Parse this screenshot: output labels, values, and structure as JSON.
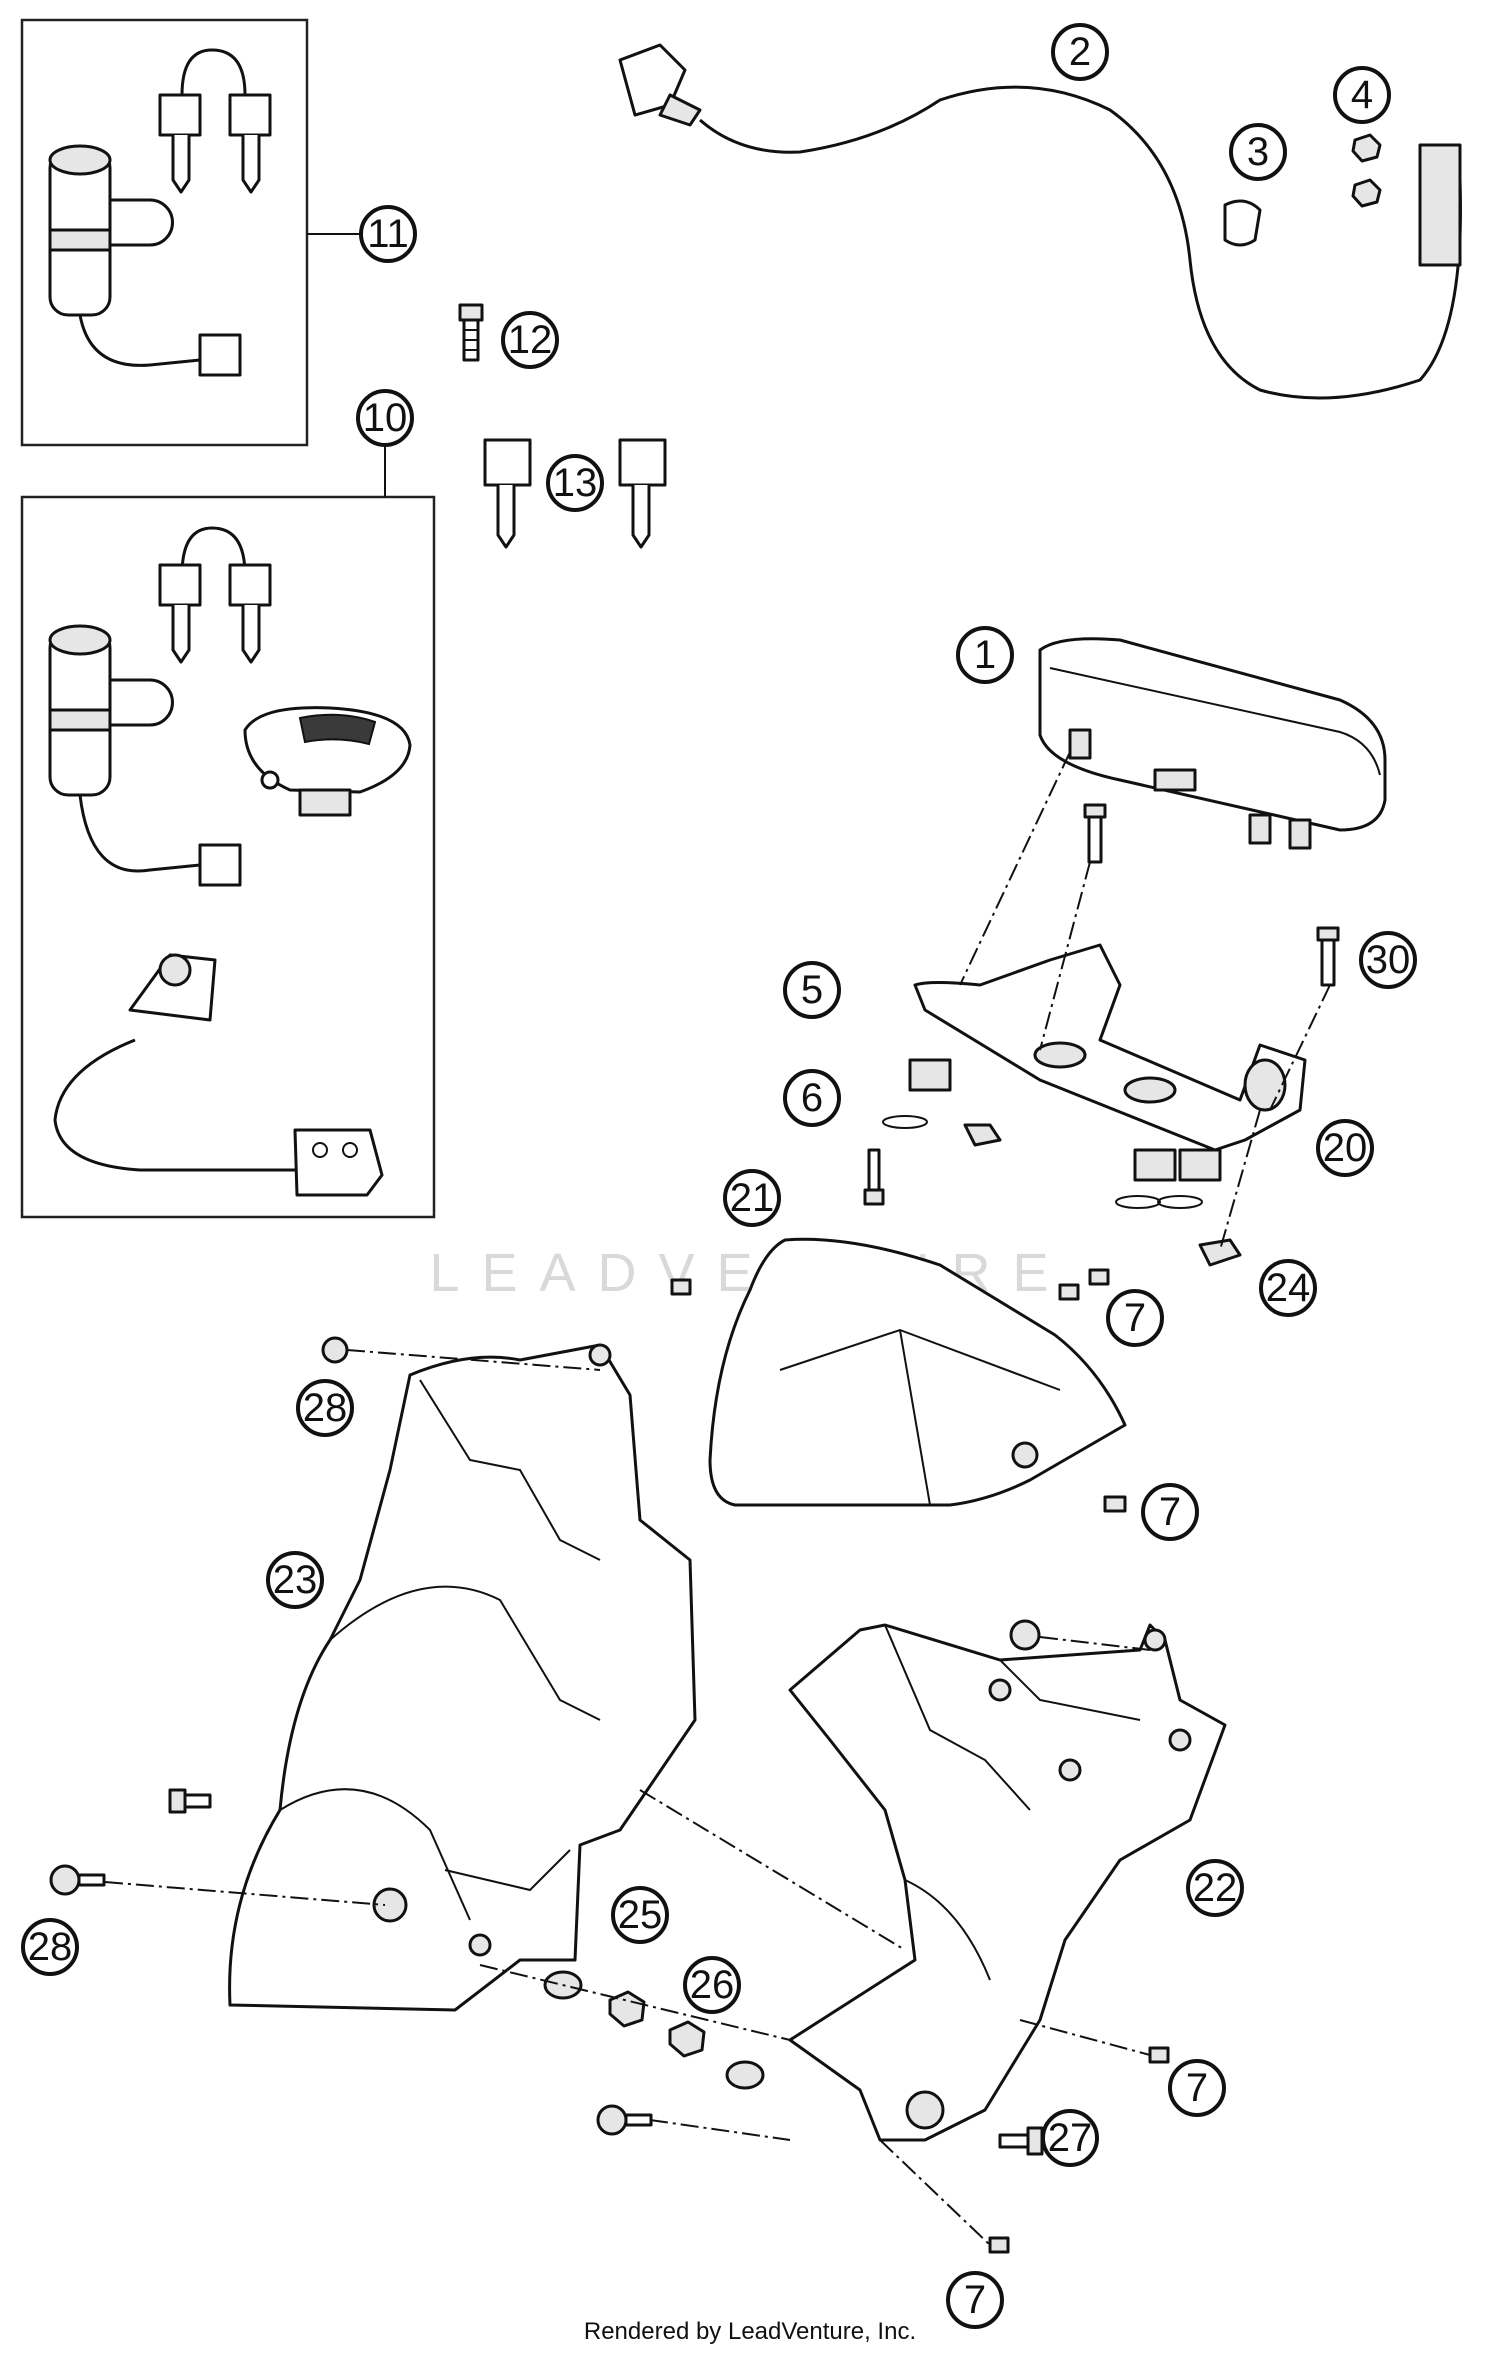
{
  "watermark": "LEADVENTURE",
  "footer": "Rendered by LeadVenture, Inc.",
  "callouts": {
    "c1": "1",
    "c2": "2",
    "c3": "3",
    "c4": "4",
    "c5": "5",
    "c6": "6",
    "c7a": "7",
    "c7b": "7",
    "c7c": "7",
    "c7d": "7",
    "c10": "10",
    "c11": "11",
    "c12": "12",
    "c13": "13",
    "c20": "20",
    "c21": "21",
    "c22": "22",
    "c23": "23",
    "c24": "24",
    "c25": "25",
    "c26": "26",
    "c27": "27",
    "c28a": "28",
    "c28b": "28",
    "c30": "30"
  }
}
